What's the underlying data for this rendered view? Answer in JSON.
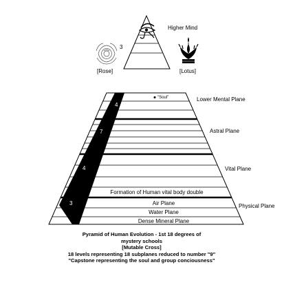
{
  "capstone": {
    "label_higher_mind": "Higher Mind",
    "count": "3",
    "rose_label": "[Rose]",
    "lotus_label": "[Lotus]",
    "icons": [
      "eye-of-horus-icon",
      "rose-flower-icon",
      "lotus-flower-icon"
    ]
  },
  "pyramid": {
    "soul_label": "\"Soul\"",
    "band_labels": {
      "lower_mental": "Lower Mental Plane",
      "astral": "Astral Plane",
      "vital": "Vital Plane",
      "physical": "Physical Plane"
    },
    "side_numbers": [
      "4",
      "7",
      "4",
      "3"
    ],
    "inner_labels": {
      "vital_body_double": "Formation of Human vital body double",
      "air": "Air Plane",
      "water": "Water Plane",
      "dense_mineral": "Dense Mineral Plane"
    }
  },
  "caption": {
    "line1": "Pyramid of Human Evolution - 1st 18 degrees of",
    "line2": "mystery schools",
    "line3": "[Mutable Cross]",
    "line4": "18 levels representing 18 subplanes reduced to number \"9\"",
    "line5": "\"Capstone representing the soul and group conciousness\""
  },
  "colors": {
    "line": "#000000",
    "background": "#ffffff",
    "band": "#000000"
  }
}
